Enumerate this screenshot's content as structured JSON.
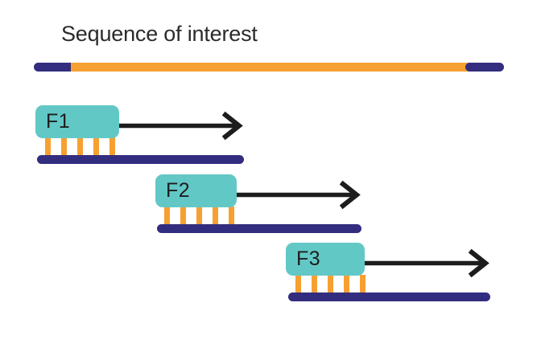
{
  "title": "Sequence of interest",
  "colors": {
    "navy": "#332d7f",
    "orange": "#f7a032",
    "teal": "#62c8c6",
    "arrow": "#1d1d1d",
    "title_text": "#2b2b2b",
    "background": "#ffffff"
  },
  "top_sequence": {
    "label": "Sequence of interest",
    "left_flank_color": "#332d7f",
    "target_region_color": "#f7a032",
    "right_flank_color": "#332d7f"
  },
  "primers": [
    {
      "id": "F1",
      "label": "F1",
      "binding_teeth": 5,
      "arrow_direction": "right",
      "template_color": "#332d7f",
      "primer_color": "#62c8c6",
      "teeth_color": "#f7a032"
    },
    {
      "id": "F2",
      "label": "F2",
      "binding_teeth": 5,
      "arrow_direction": "right",
      "template_color": "#332d7f",
      "primer_color": "#62c8c6",
      "teeth_color": "#f7a032"
    },
    {
      "id": "F3",
      "label": "F3",
      "binding_teeth": 5,
      "arrow_direction": "right",
      "template_color": "#332d7f",
      "primer_color": "#62c8c6",
      "teeth_color": "#f7a032"
    }
  ]
}
